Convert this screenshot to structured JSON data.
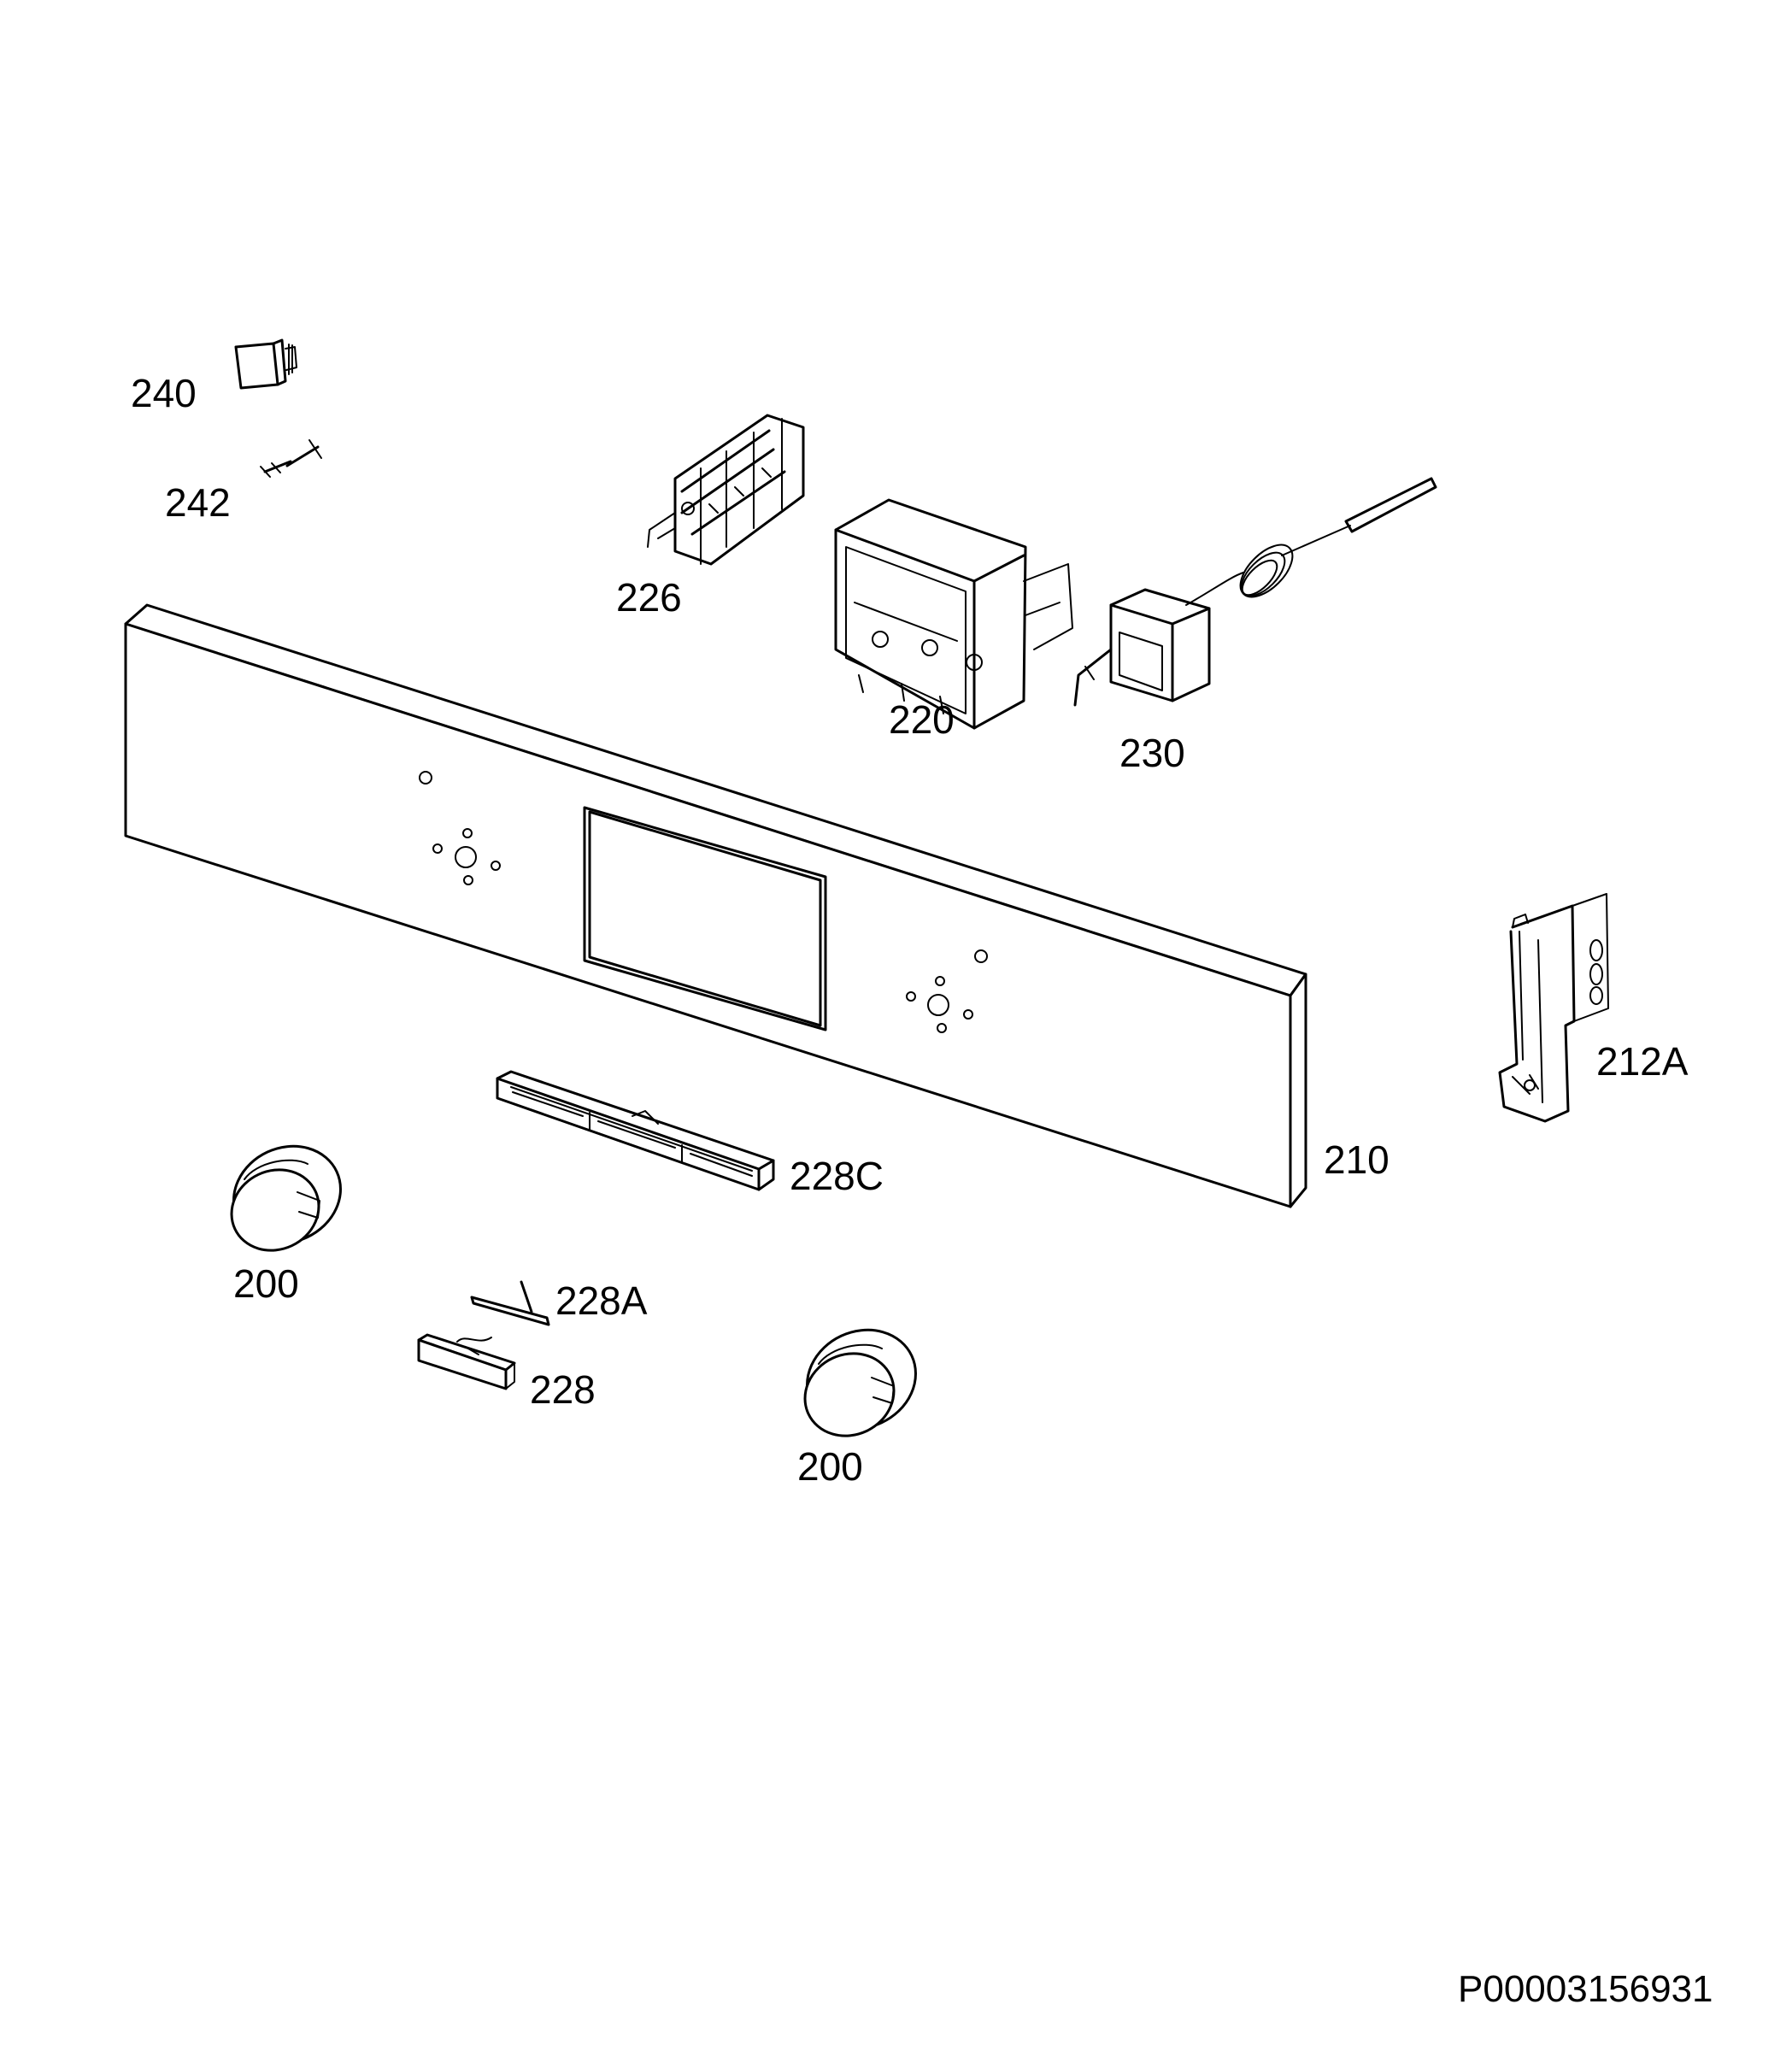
{
  "labels": {
    "part_240": "240",
    "part_242": "242",
    "part_226": "226",
    "part_220": "220",
    "part_230": "230",
    "part_212a": "212A",
    "part_210": "210",
    "part_228c": "228C",
    "part_200_left": "200",
    "part_228a": "228A",
    "part_228": "228",
    "part_200_right": "200"
  },
  "reference_code": "P00003156931"
}
